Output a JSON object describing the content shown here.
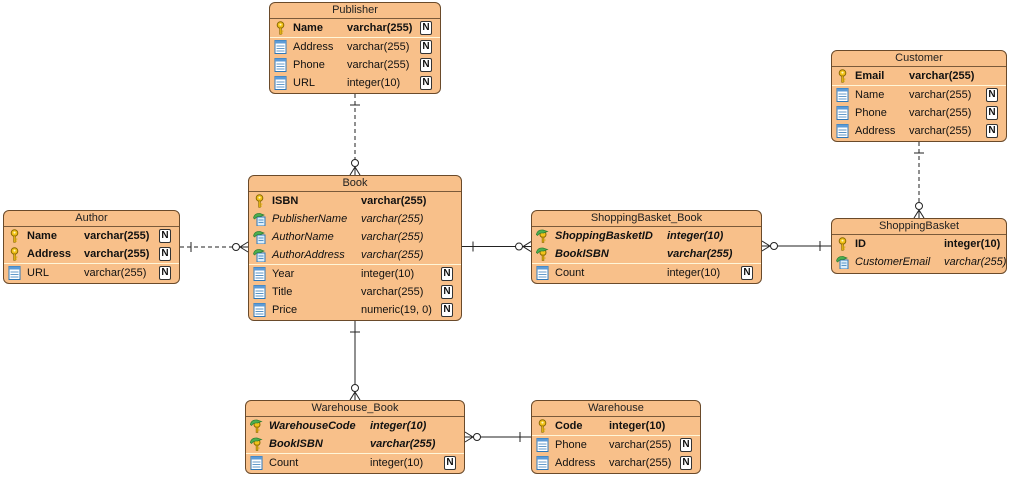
{
  "diagram_data": {
    "type": "er-diagram",
    "entities": [
      {
        "name": "Publisher",
        "columns": [
          {
            "name": "Name",
            "type": "varchar(255)",
            "pk": true,
            "fk": false,
            "nn": true
          },
          {
            "name": "Address",
            "type": "varchar(255)",
            "pk": false,
            "fk": false,
            "nn": true
          },
          {
            "name": "Phone",
            "type": "varchar(255)",
            "pk": false,
            "fk": false,
            "nn": true
          },
          {
            "name": "URL",
            "type": "integer(10)",
            "pk": false,
            "fk": false,
            "nn": true
          }
        ]
      },
      {
        "name": "Customer",
        "columns": [
          {
            "name": "Email",
            "type": "varchar(255)",
            "pk": true,
            "fk": false,
            "nn": false
          },
          {
            "name": "Name",
            "type": "varchar(255)",
            "pk": false,
            "fk": false,
            "nn": true
          },
          {
            "name": "Phone",
            "type": "varchar(255)",
            "pk": false,
            "fk": false,
            "nn": true
          },
          {
            "name": "Address",
            "type": "varchar(255)",
            "pk": false,
            "fk": false,
            "nn": true
          }
        ]
      },
      {
        "name": "Author",
        "columns": [
          {
            "name": "Name",
            "type": "varchar(255)",
            "pk": true,
            "fk": false,
            "nn": true
          },
          {
            "name": "Address",
            "type": "varchar(255)",
            "pk": true,
            "fk": false,
            "nn": true
          },
          {
            "name": "URL",
            "type": "varchar(255)",
            "pk": false,
            "fk": false,
            "nn": true
          }
        ]
      },
      {
        "name": "Book",
        "columns": [
          {
            "name": "ISBN",
            "type": "varchar(255)",
            "pk": true,
            "fk": false,
            "nn": false
          },
          {
            "name": "PublisherName",
            "type": "varchar(255)",
            "pk": false,
            "fk": true,
            "nn": false
          },
          {
            "name": "AuthorName",
            "type": "varchar(255)",
            "pk": false,
            "fk": true,
            "nn": false
          },
          {
            "name": "AuthorAddress",
            "type": "varchar(255)",
            "pk": false,
            "fk": true,
            "nn": false
          },
          {
            "name": "Year",
            "type": "integer(10)",
            "pk": false,
            "fk": false,
            "nn": true
          },
          {
            "name": "Title",
            "type": "varchar(255)",
            "pk": false,
            "fk": false,
            "nn": true
          },
          {
            "name": "Price",
            "type": "numeric(19, 0)",
            "pk": false,
            "fk": false,
            "nn": true
          }
        ]
      },
      {
        "name": "ShoppingBasket_Book",
        "columns": [
          {
            "name": "ShoppingBasketID",
            "type": "integer(10)",
            "pk": true,
            "fk": true,
            "nn": false
          },
          {
            "name": "BookISBN",
            "type": "varchar(255)",
            "pk": true,
            "fk": true,
            "nn": false
          },
          {
            "name": "Count",
            "type": "integer(10)",
            "pk": false,
            "fk": false,
            "nn": true
          }
        ]
      },
      {
        "name": "ShoppingBasket",
        "columns": [
          {
            "name": "ID",
            "type": "integer(10)",
            "pk": true,
            "fk": false,
            "nn": false
          },
          {
            "name": "CustomerEmail",
            "type": "varchar(255)",
            "pk": false,
            "fk": true,
            "nn": false
          }
        ]
      },
      {
        "name": "Warehouse_Book",
        "columns": [
          {
            "name": "WarehouseCode",
            "type": "integer(10)",
            "pk": true,
            "fk": true,
            "nn": false
          },
          {
            "name": "BookISBN",
            "type": "varchar(255)",
            "pk": true,
            "fk": true,
            "nn": false
          },
          {
            "name": "Count",
            "type": "integer(10)",
            "pk": false,
            "fk": false,
            "nn": true
          }
        ]
      },
      {
        "name": "Warehouse",
        "columns": [
          {
            "name": "Code",
            "type": "integer(10)",
            "pk": true,
            "fk": false,
            "nn": false
          },
          {
            "name": "Phone",
            "type": "varchar(255)",
            "pk": false,
            "fk": false,
            "nn": true
          },
          {
            "name": "Address",
            "type": "varchar(255)",
            "pk": false,
            "fk": false,
            "nn": true
          }
        ]
      }
    ],
    "relationships": [
      {
        "from": "Publisher",
        "to": "Book",
        "from_end": "one",
        "to_end": "zero-or-many",
        "line": "dashed"
      },
      {
        "from": "Author",
        "to": "Book",
        "from_end": "one",
        "to_end": "zero-or-many",
        "line": "dashed"
      },
      {
        "from": "Book",
        "to": "ShoppingBasket_Book",
        "from_end": "one",
        "to_end": "zero-or-many",
        "line": "solid"
      },
      {
        "from": "ShoppingBasket",
        "to": "ShoppingBasket_Book",
        "from_end": "one",
        "to_end": "zero-or-many",
        "line": "solid"
      },
      {
        "from": "Customer",
        "to": "ShoppingBasket",
        "from_end": "one",
        "to_end": "zero-or-many",
        "line": "dashed"
      },
      {
        "from": "Book",
        "to": "Warehouse_Book",
        "from_end": "one",
        "to_end": "zero-or-many",
        "line": "solid"
      },
      {
        "from": "Warehouse",
        "to": "Warehouse_Book",
        "from_end": "one",
        "to_end": "zero-or-many",
        "line": "solid"
      }
    ]
  },
  "colors": {
    "entity_fill": "#f8c08a",
    "entity_border": "#6a4a2a",
    "connector": "#222222"
  },
  "icons": {
    "primary_key": "key-icon",
    "foreign_key": "foreign-key-icon",
    "column": "column-icon",
    "not_null": "N"
  }
}
